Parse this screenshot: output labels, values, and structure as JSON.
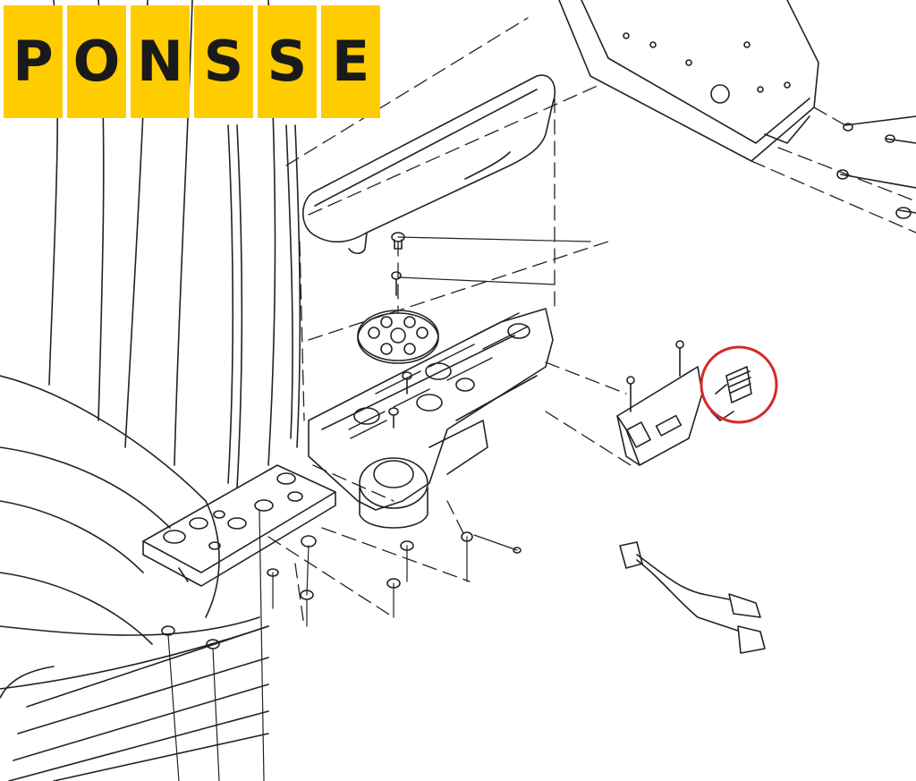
{
  "logo": {
    "text": "PONSSE",
    "letters": [
      "P",
      "O",
      "N",
      "S",
      "S",
      "E"
    ],
    "background_color": "#FFCC00",
    "letter_color": "#1A1A1A"
  },
  "diagram": {
    "line_color": "#222222",
    "highlight_color": "#D42A2A",
    "highlighted_part": "connector"
  }
}
